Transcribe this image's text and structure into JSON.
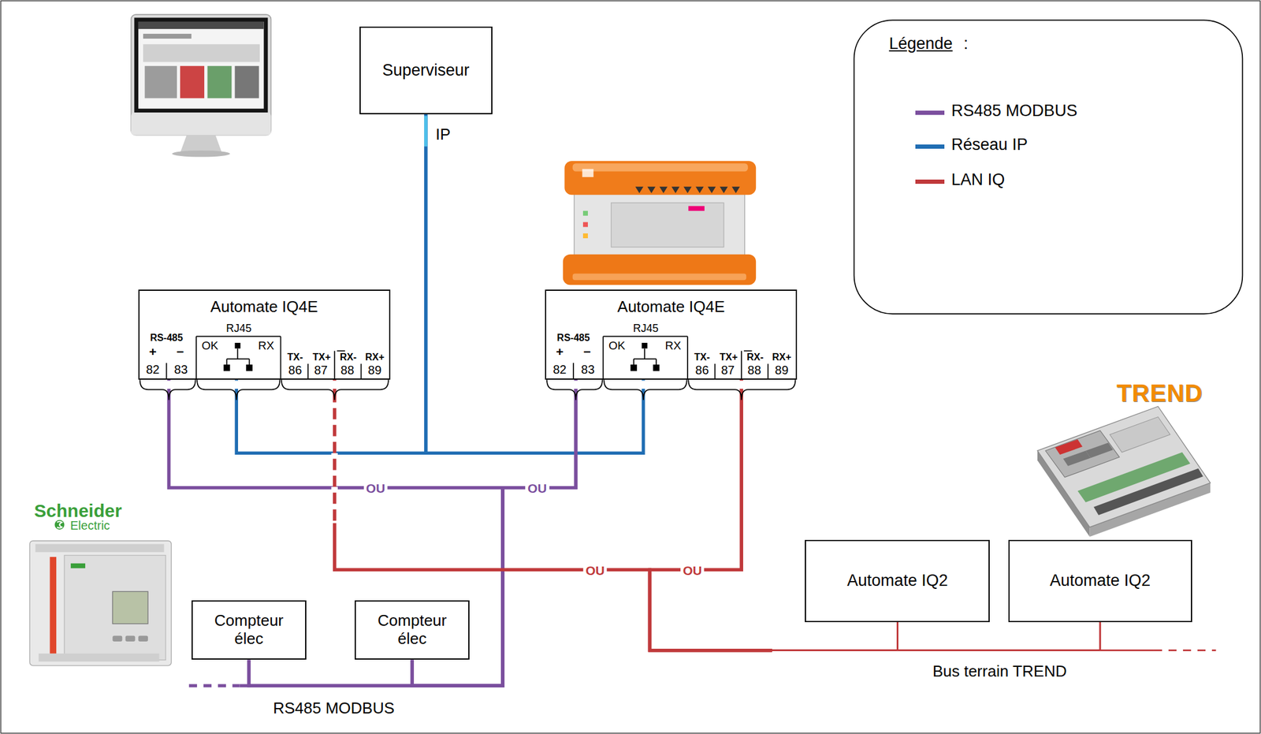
{
  "diagram": {
    "nodes": [
      {
        "text": [
          "Superviseur"
        ]
      },
      {
        "text": [
          "Automate IQ4E"
        ]
      },
      {
        "text": [
          "Automate IQ4E"
        ]
      },
      {
        "text": [
          "Compteur élec"
        ]
      },
      {
        "text": [
          "Compteur élec"
        ]
      },
      {
        "text": [
          "Automate IQ2"
        ]
      },
      {
        "text": [
          "Automate IQ2"
        ]
      }
    ],
    "edges": [
      {
        "from": 0,
        "to": 1,
        "arrow": "none"
      },
      {
        "from": 0,
        "to": 2,
        "arrow": "none"
      },
      {
        "from": 1,
        "to": 3,
        "arrow": "none",
        "label": "OU"
      },
      {
        "from": 1,
        "to": 4,
        "arrow": "none"
      },
      {
        "from": 2,
        "to": 3,
        "arrow": "none",
        "label": "OU"
      },
      {
        "from": 2,
        "to": 4,
        "arrow": "none"
      },
      {
        "from": 1,
        "to": 5,
        "arrow": "none",
        "label": "OU"
      },
      {
        "from": 1,
        "to": 6,
        "arrow": "none"
      },
      {
        "from": 2,
        "to": 5,
        "arrow": "none",
        "label": "OU"
      },
      {
        "from": 2,
        "to": 6,
        "arrow": "none"
      }
    ],
    "labels": [
      "IP",
      "RS-485",
      "+",
      "−",
      "82",
      "83",
      "RJ45",
      "OK",
      "RX",
      "TX-",
      "TX+",
      "RX-",
      "RX+",
      "86",
      "87",
      "88",
      "89",
      "RS-485",
      "+",
      "−",
      "82",
      "83",
      "RJ45",
      "OK",
      "RX",
      "TX-",
      "TX+",
      "RX-",
      "RX+",
      "86",
      "87",
      "88",
      "89",
      "RS485 MODBUS",
      "Bus terrain TREND",
      "Schneider",
      "Electric",
      "TREND",
      "Légende",
      ":"
    ],
    "legend": [
      {
        "text": "RS485 MODBUS",
        "color": "#7b4f9e"
      },
      {
        "text": "Réseau IP",
        "color": "#1f6db3"
      },
      {
        "text": "LAN IQ",
        "color": "#c0393b"
      }
    ]
  }
}
